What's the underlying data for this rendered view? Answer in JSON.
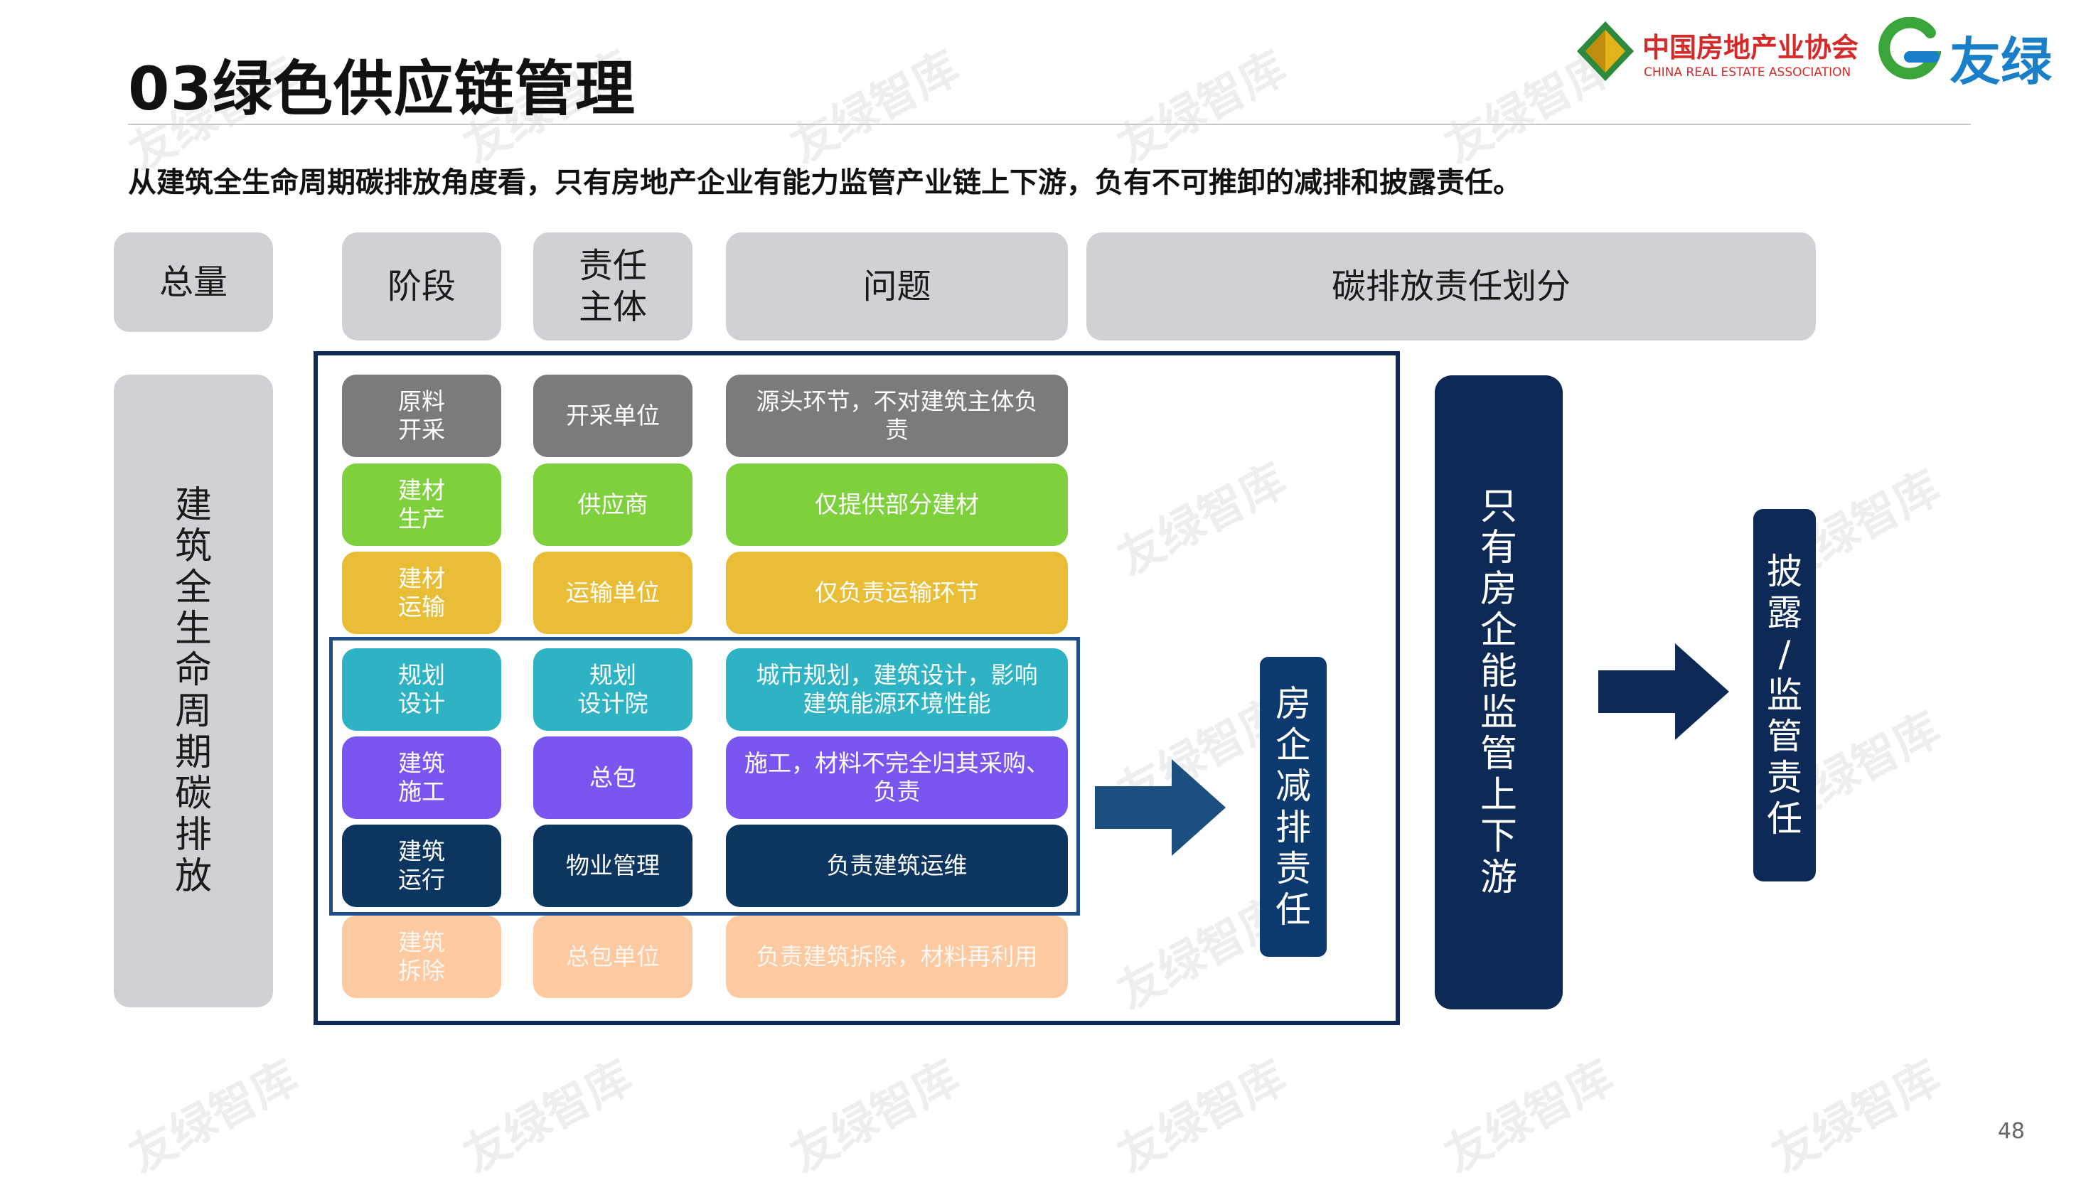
{
  "header": {
    "title": "03绿色供应链管理",
    "subtitle": "从建筑全生命周期碳排放角度看，只有房地产企业有能力监管产业链上下游，负有不可推卸的减排和披露责任。",
    "logo_cn": "中国房地产业协会",
    "logo_en": "CHINA REAL ESTATE ASSOCIATION",
    "brand": "友绿"
  },
  "watermark": "友绿智库",
  "columns": {
    "total": "总量",
    "stage": "阶段",
    "entity": "责任\n主体",
    "issue": "问题",
    "division": "碳排放责任划分"
  },
  "total_label": "建筑全生命周期碳排放",
  "rows": [
    {
      "stage": "原料\n开采",
      "entity": "开采单位",
      "issue": "源头环节，不对建筑主体负\n责",
      "color": "#7b7b7b"
    },
    {
      "stage": "建材\n生产",
      "entity": "供应商",
      "issue": "仅提供部分建材",
      "color": "#7ed03d"
    },
    {
      "stage": "建材\n运输",
      "entity": "运输单位",
      "issue": "仅负责运输环节",
      "color": "#e9bd35"
    },
    {
      "stage": "规划\n设计",
      "entity": "规划\n设计院",
      "issue": "城市规划，建筑设计，影响\n建筑能源环境性能",
      "color": "#2eb3c4"
    },
    {
      "stage": "建筑\n施工",
      "entity": "总包",
      "issue": "施工，材料不完全归其采购、\n负责",
      "color": "#7b55f0"
    },
    {
      "stage": "建筑\n运行",
      "entity": "物业管理",
      "issue": "负责建筑运维",
      "color": "#0c3560"
    },
    {
      "stage": "建筑\n拆除",
      "entity": "总包单位",
      "issue": "负责建筑拆除，材料再利用",
      "color": "#fcc9a0"
    }
  ],
  "resp1": "房企减排责任",
  "resp2": "只有房企能监管上下游",
  "resp3": "披露/监管责任",
  "page_number": "48",
  "colors": {
    "header_gray": "#cfd1d4",
    "navy": "#0c2a55",
    "arrow": "#1c4f80"
  }
}
